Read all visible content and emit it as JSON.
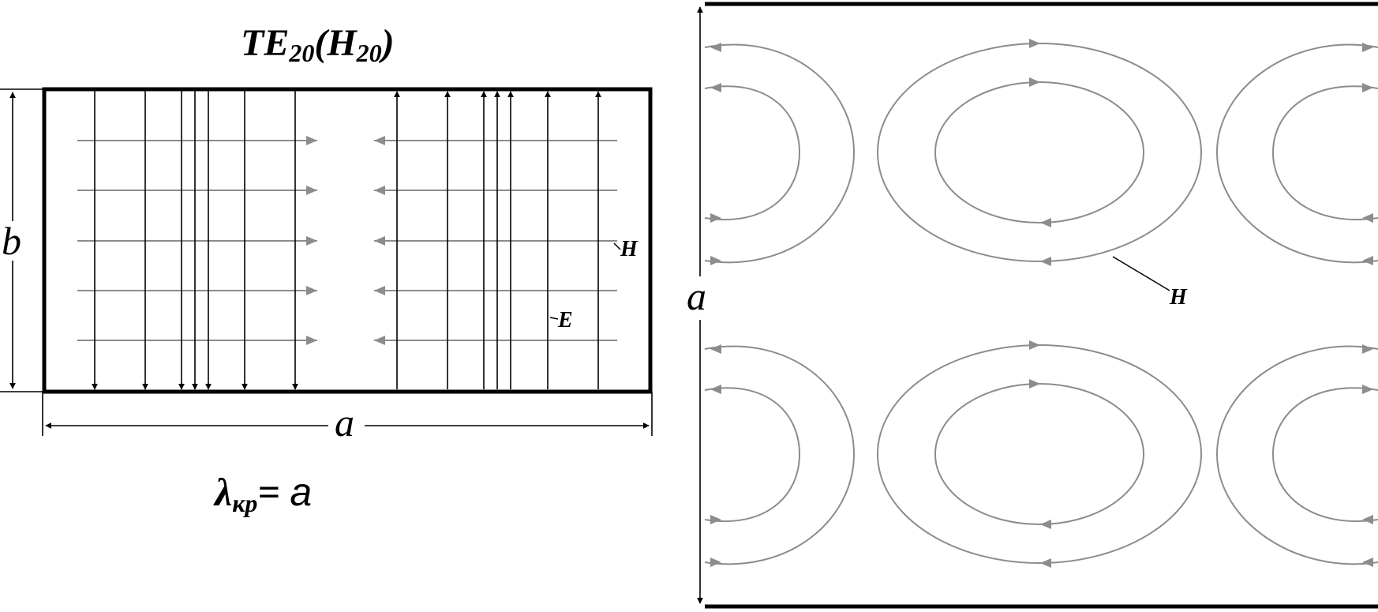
{
  "left": {
    "title": {
      "main": "TE",
      "sub1": "20",
      "paren_open": "(H",
      "sub2": "20",
      "paren_close": ")"
    },
    "dim_b": "b",
    "dim_a": "a",
    "label_H": "H",
    "label_E": "E",
    "formula": {
      "lambda": "λ",
      "sub": "кр",
      "eq": "= ",
      "rhs": "a"
    }
  },
  "right": {
    "dim_a": "a",
    "label_H": "H"
  },
  "colors": {
    "e_field": "#000000",
    "h_field": "#8c8c8c",
    "wall": "#000000"
  }
}
